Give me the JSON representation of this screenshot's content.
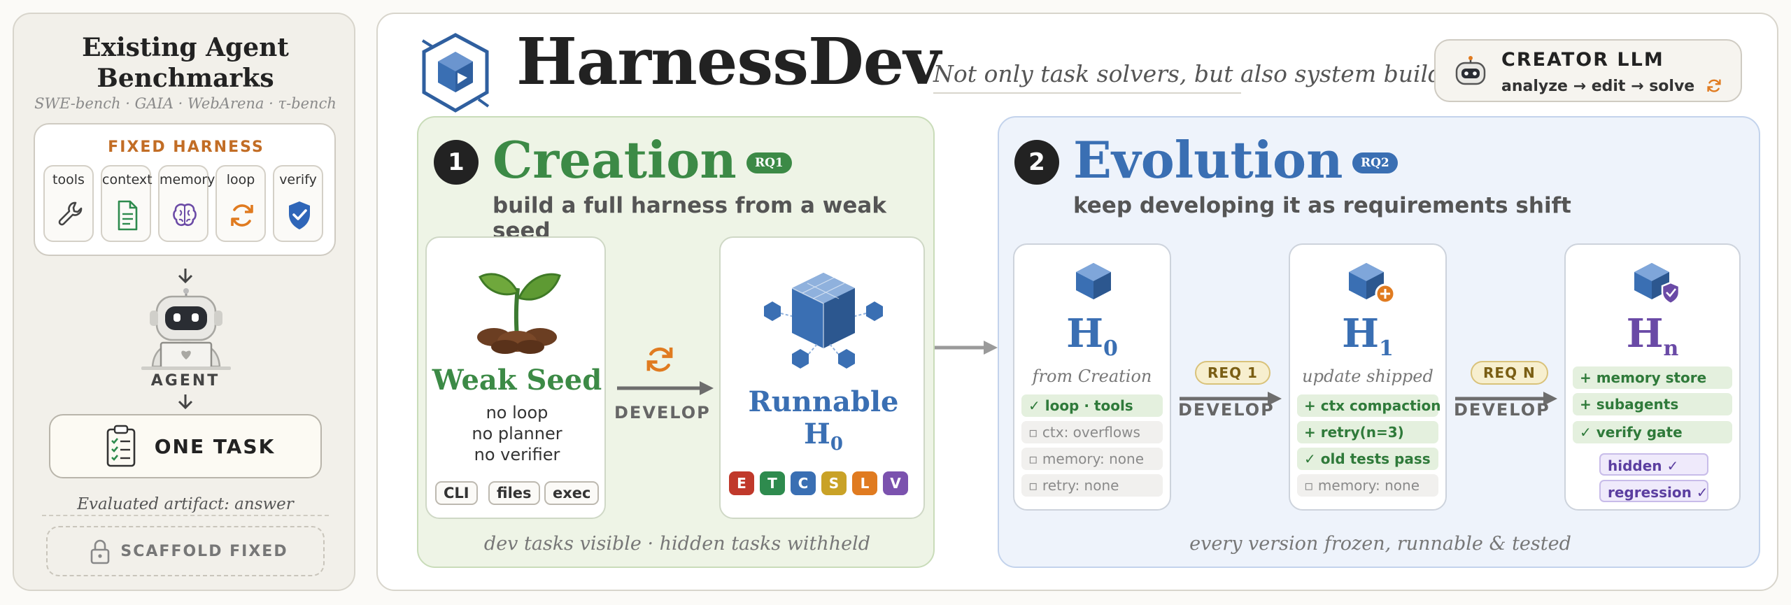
{
  "left_panel": {
    "title_line1": "Existing Agent",
    "title_line2": "Benchmarks",
    "subtitle": "SWE-bench · GAIA · WebArena · τ-bench",
    "fixed_harness_label": "FIXED HARNESS",
    "tools": [
      {
        "label": "tools",
        "icon": "wrench-icon"
      },
      {
        "label": "context",
        "icon": "document-icon"
      },
      {
        "label": "memory",
        "icon": "brain-icon"
      },
      {
        "label": "loop",
        "icon": "refresh-icon"
      },
      {
        "label": "verify",
        "icon": "shield-check-icon"
      }
    ],
    "agent_label": "AGENT",
    "task_label": "ONE TASK",
    "artifact_text": "Evaluated artifact: answer",
    "scaffold_label": "SCAFFOLD FIXED"
  },
  "header": {
    "title": "HarnessDev",
    "tagline": "Not only task solvers, but also system builders",
    "creator_title": "CREATOR LLM",
    "creator_sub": "analyze → edit → solve"
  },
  "creation": {
    "number": "1",
    "title": "Creation",
    "badge": "RQ1",
    "subtitle": "build a full harness from a weak seed",
    "seed_title": "Weak Seed",
    "seed_lines": [
      "no loop",
      "no planner",
      "no verifier"
    ],
    "seed_chips": [
      "CLI",
      "files",
      "exec"
    ],
    "develop_label": "DEVELOP",
    "runnable_title": "Runnable",
    "runnable_version_base": "H",
    "runnable_version_sub": "0",
    "letters": [
      {
        "label": "E",
        "color": "#c0392b"
      },
      {
        "label": "T",
        "color": "#2e8b4e"
      },
      {
        "label": "C",
        "color": "#3a6fb3"
      },
      {
        "label": "S",
        "color": "#c9a227"
      },
      {
        "label": "L",
        "color": "#e07b20"
      },
      {
        "label": "V",
        "color": "#7b52ae"
      }
    ],
    "footer": "dev tasks visible · hidden tasks withheld"
  },
  "evolution": {
    "number": "2",
    "title": "Evolution",
    "badge": "RQ2",
    "subtitle": "keep developing it as requirements shift",
    "versions": [
      {
        "base": "H",
        "sub": "0",
        "color": "#3a6fb3",
        "subtitle": "from Creation",
        "features": [
          {
            "text": "✓ loop · tools",
            "kind": "ok"
          },
          {
            "text": "▫ ctx: overflows",
            "kind": "no"
          },
          {
            "text": "▫ memory: none",
            "kind": "no"
          },
          {
            "text": "▫ retry: none",
            "kind": "no"
          }
        ]
      },
      {
        "base": "H",
        "sub": "1",
        "color": "#3a6fb3",
        "subtitle": "update shipped",
        "features": [
          {
            "text": "+ ctx compaction",
            "kind": "ok"
          },
          {
            "text": "+ retry(n=3)",
            "kind": "ok"
          },
          {
            "text": "✓ old tests pass",
            "kind": "ok"
          },
          {
            "text": "▫ memory: none",
            "kind": "no"
          }
        ]
      },
      {
        "base": "H",
        "sub": "n",
        "color": "#6a4aa6",
        "subtitle": "",
        "features": [
          {
            "text": "+ memory store",
            "kind": "ok"
          },
          {
            "text": "+ subagents",
            "kind": "ok"
          },
          {
            "text": "✓ verify gate",
            "kind": "ok"
          },
          {
            "text": "hidden ✓",
            "kind": "purple"
          },
          {
            "text": "regression ✓",
            "kind": "purple"
          }
        ]
      }
    ],
    "req1": "REQ 1",
    "reqn": "REQ N",
    "develop_label": "DEVELOP",
    "footer": "every version frozen, runnable & tested"
  }
}
